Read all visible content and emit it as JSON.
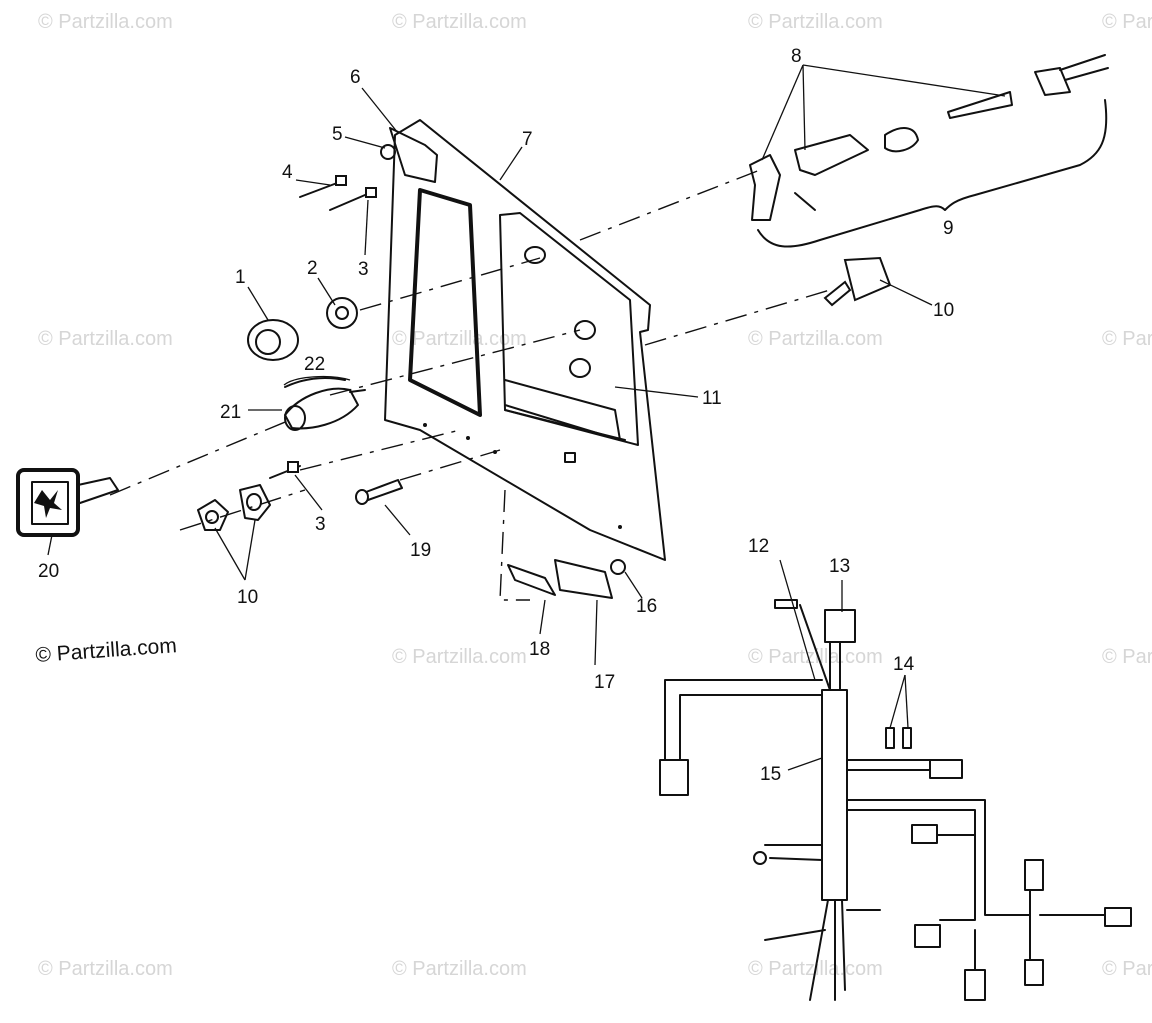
{
  "diagram": {
    "watermark_text": "© Partzilla.com",
    "copyright": "© Partzilla.com",
    "callouts": [
      "1",
      "2",
      "3",
      "3",
      "4",
      "5",
      "6",
      "7",
      "8",
      "9",
      "10",
      "10",
      "11",
      "12",
      "13",
      "14",
      "15",
      "16",
      "17",
      "18",
      "19",
      "20",
      "21",
      "22"
    ]
  }
}
